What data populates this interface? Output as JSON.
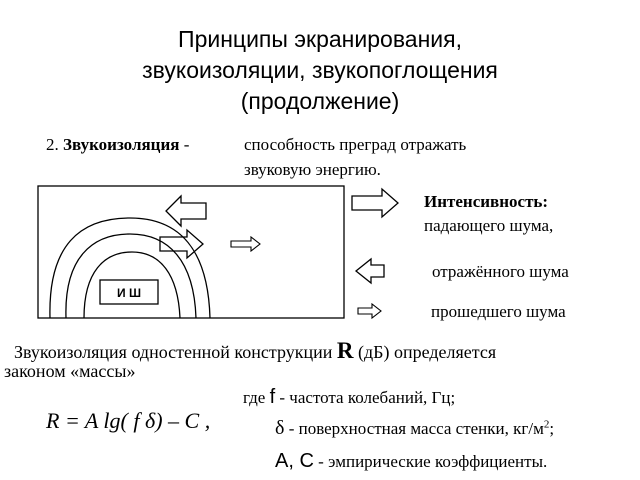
{
  "title": {
    "line1": "Принципы экранирования,",
    "line2": "звукоизоляции, звукопоглощения",
    "line3": "(продолжение)"
  },
  "definition": {
    "number": "2.",
    "term": "Звукоизоляция",
    "dash": "-",
    "text_line1": "способность преград отражать",
    "text_line2": "звуковую энергию."
  },
  "legend": {
    "heading": "Интенсивность:",
    "incident": "падающего шума,",
    "reflected": "отражённого шума",
    "transmitted": "прошедшего шума"
  },
  "source_label": "И Ш",
  "statement": {
    "part1": "Звукоизоляция одностенной конструкции",
    "symbol_R": "R",
    "part2": "(дБ) определяется",
    "line2": "законом «массы»"
  },
  "formula": "R = A lg( f δ) – C ,",
  "variables": {
    "where": "где",
    "f_symbol": "f",
    "f_text": "- частота колебаний, Гц;",
    "delta_symbol": "δ",
    "delta_text_before": "- поверхностная масса стенки, кг/м",
    "delta_sup": "2",
    "delta_text_after": ";",
    "ac_symbol": "А, С",
    "ac_text": "- эмпирические коэффициенты."
  },
  "colors": {
    "text": "#000000",
    "background": "#ffffff",
    "stroke": "#000000"
  }
}
